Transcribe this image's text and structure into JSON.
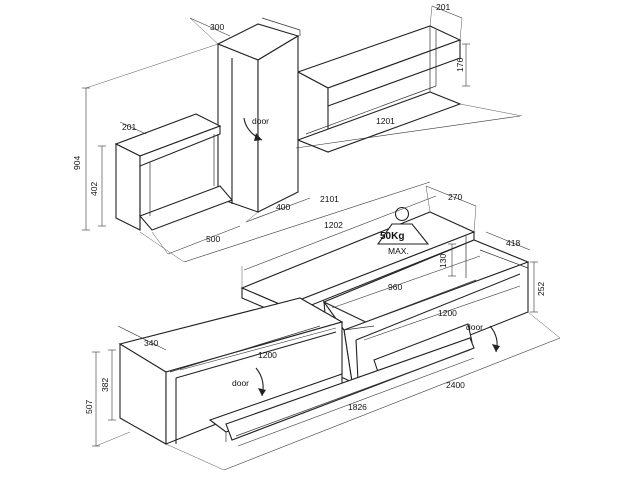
{
  "upper_unit": {
    "dims": {
      "height_total": "904",
      "tower_depth": "300",
      "shelf_depth_left": "201",
      "box_height": "402",
      "tower_width": "400",
      "box_width": "500",
      "span_width": "2101",
      "shelf_width": "1201",
      "shelf_depth_right": "201",
      "shelf_height": "176"
    },
    "door_label": "door"
  },
  "lower_unit": {
    "dims": {
      "top_depth": "270",
      "top_width": "1202",
      "top_clearance": "130",
      "shelf_width": "960",
      "right_depth": "418",
      "right_height": "252",
      "right_width": "1200",
      "left_depth": "340",
      "left_width": "1200",
      "base_height": "382",
      "total_height": "507",
      "plinth_width": "1826",
      "total_width": "2400"
    },
    "door_label_left": "door",
    "door_label_right": "door"
  },
  "load": {
    "value": "50Kg",
    "label": "MAX."
  }
}
